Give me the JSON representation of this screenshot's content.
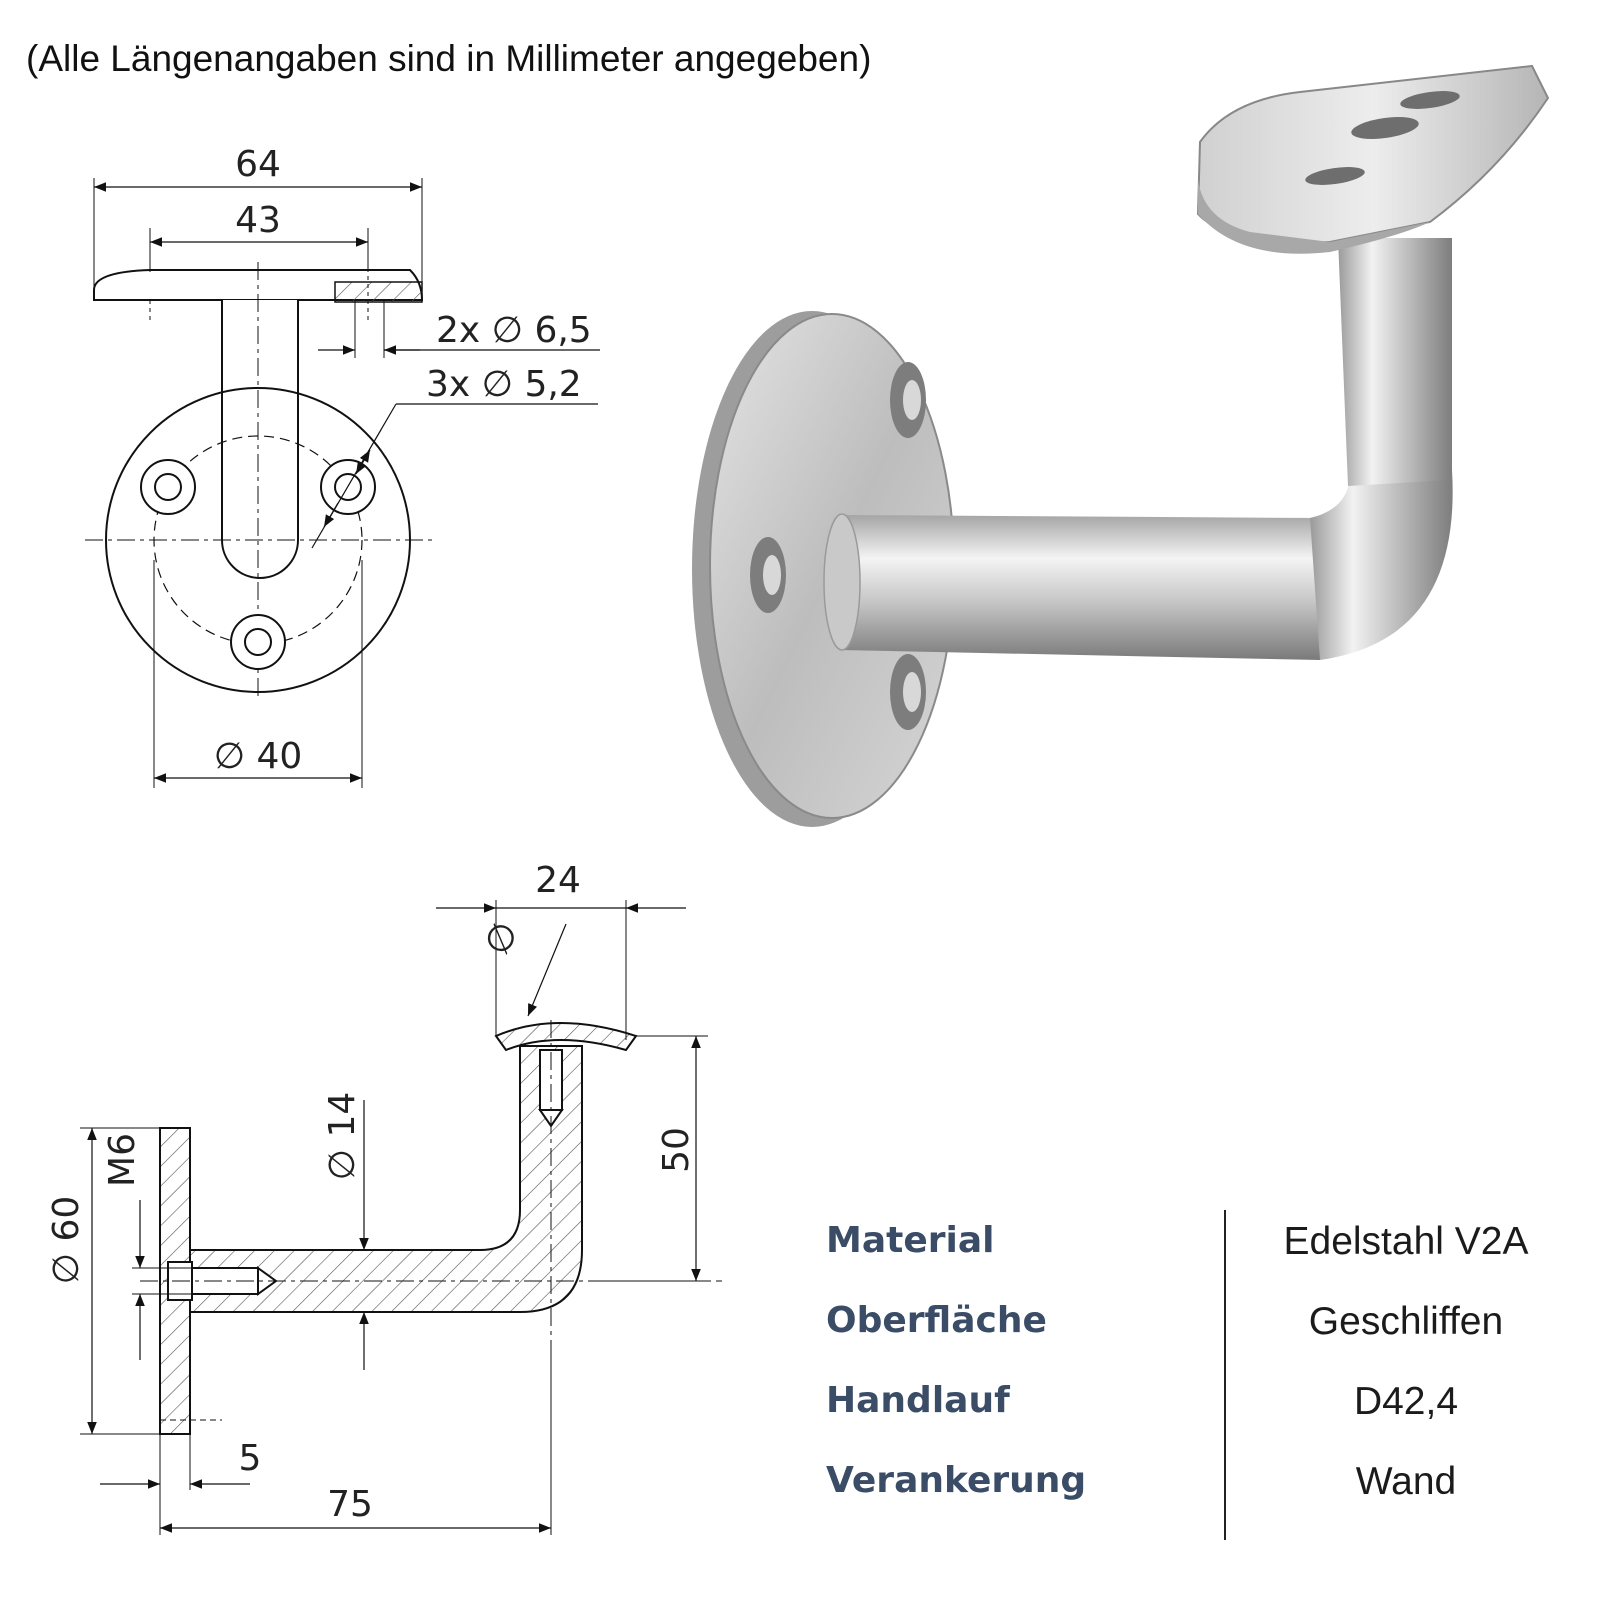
{
  "note": "(Alle Längenangaben sind in Millimeter angegeben)",
  "top_view": {
    "dim_width_outer": "64",
    "dim_width_inner": "43",
    "dim_holes_saddle": "2x ∅ 6,5",
    "dim_holes_base": "3x ∅ 5,2",
    "dim_pitch_circle": "∅ 40"
  },
  "side_view": {
    "dim_saddle_width": "24",
    "dim_saddle_diameter_symbol": "∅",
    "dim_tube_diameter": "∅ 14",
    "dim_height": "50",
    "dim_thread": "M6",
    "dim_plate_diameter": "∅ 60",
    "dim_plate_thickness": "5",
    "dim_projection": "75"
  },
  "specs": [
    {
      "label": "Material",
      "value": "Edelstahl V2A"
    },
    {
      "label": "Oberfläche",
      "value": "Geschliffen"
    },
    {
      "label": "Handlauf",
      "value": "D42,4"
    },
    {
      "label": "Verankerung",
      "value": "Wand"
    }
  ],
  "colors": {
    "spec_label": "#3a4c66",
    "steel_light": "#e6e6e6",
    "steel_dark": "#8c8c8c"
  }
}
